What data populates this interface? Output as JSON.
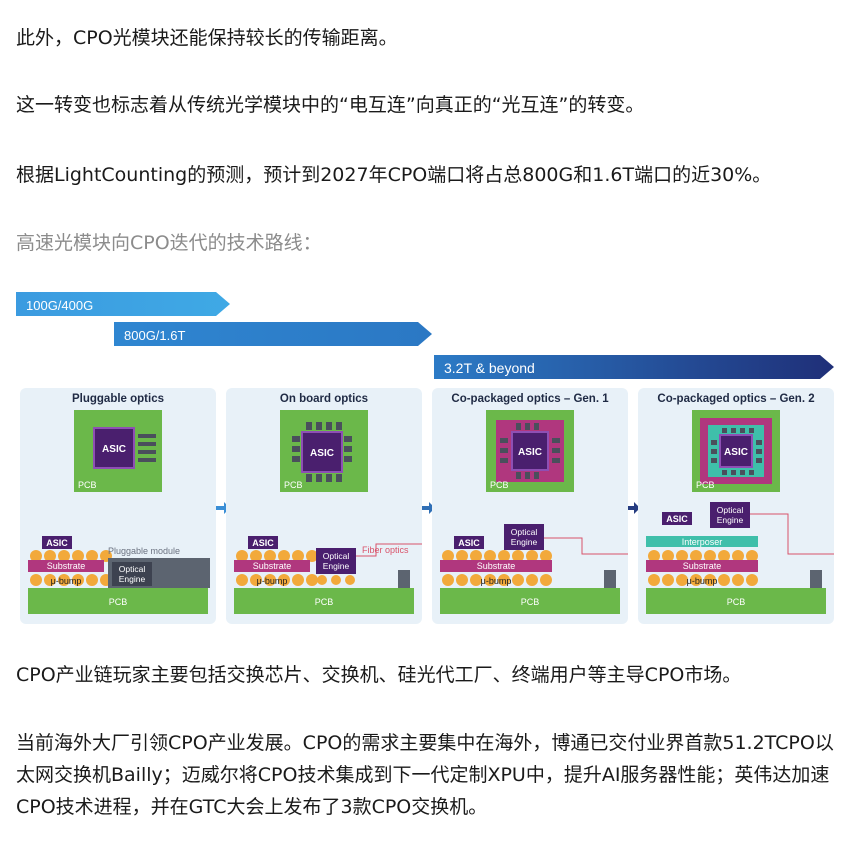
{
  "paragraphs": {
    "p1": "此外，CPO光模块还能保持较长的传输距离。",
    "p2": "这一转变也标志着从传统光学模块中的“电互连”向真正的“光互连”的转变。",
    "p3": "根据LightCounting的预测，预计到2027年CPO端口将占总800G和1.6T端口的近30%。",
    "p4": "高速光模块向CPO迭代的技术路线：",
    "p5": "CPO产业链玩家主要包括交换芯片、交换机、硅光代工厂、终端用户等主导CPO市场。",
    "p6": "当前海外大厂引领CPO产业发展。CPO的需求主要集中在海外，博通已交付业界首款51.2TCPO以太网交换机Bailly；迈威尔将CPO技术集成到下一代定制XPU中，提升AI服务器性能；英伟达加速CPO技术进程，并在GTC大会上发布了3款CPO交换机。"
  },
  "figure": {
    "arrows": {
      "a1": "100G/400G",
      "a2": "800G/1.6T",
      "a3": "3.2T & beyond"
    },
    "panels": {
      "pluggable": {
        "title": "Pluggable optics",
        "asic": "ASIC",
        "pcb": "PCB",
        "asic_small": "ASIC",
        "substrate": "Substrate",
        "bump": "μ-bump",
        "module": "Pluggable module",
        "optical_engine": "Optical Engine",
        "base": "PCB"
      },
      "onboard": {
        "title": "On board optics",
        "asic": "ASIC",
        "pcb": "PCB",
        "asic_small": "ASIC",
        "substrate": "Substrate",
        "bump": "μ-bump",
        "optical_engine": "Optical Engine",
        "fiber": "Fiber optics",
        "base": "PCB"
      },
      "cpo1": {
        "title": "Co-packaged optics – Gen. 1",
        "asic": "ASIC",
        "pcb": "PCB",
        "asic_small": "ASIC",
        "optical_engine": "Optical Engine",
        "substrate": "Substrate",
        "bump": "μ-bump",
        "base": "PCB"
      },
      "cpo2": {
        "title": "Co-packaged optics – Gen. 2",
        "asic": "ASIC",
        "pcb": "PCB",
        "asic_small": "ASIC",
        "optical_engine": "Optical Engine",
        "interposer": "Interposer",
        "substrate": "Substrate",
        "bump": "μ-bump",
        "base": "PCB"
      }
    },
    "colors": {
      "panel_bg": "#e8f1f8",
      "pcb_green": "#6bb84a",
      "asic_purple": "#4a1f6e",
      "substrate_magenta": "#b0377e",
      "bump_orange": "#f2a93b",
      "module_gray": "#5c6470",
      "interposer_teal": "#3fbfaa",
      "arrow_light": "#4aa3dc",
      "arrow_dark": "#2a3e8c"
    }
  }
}
